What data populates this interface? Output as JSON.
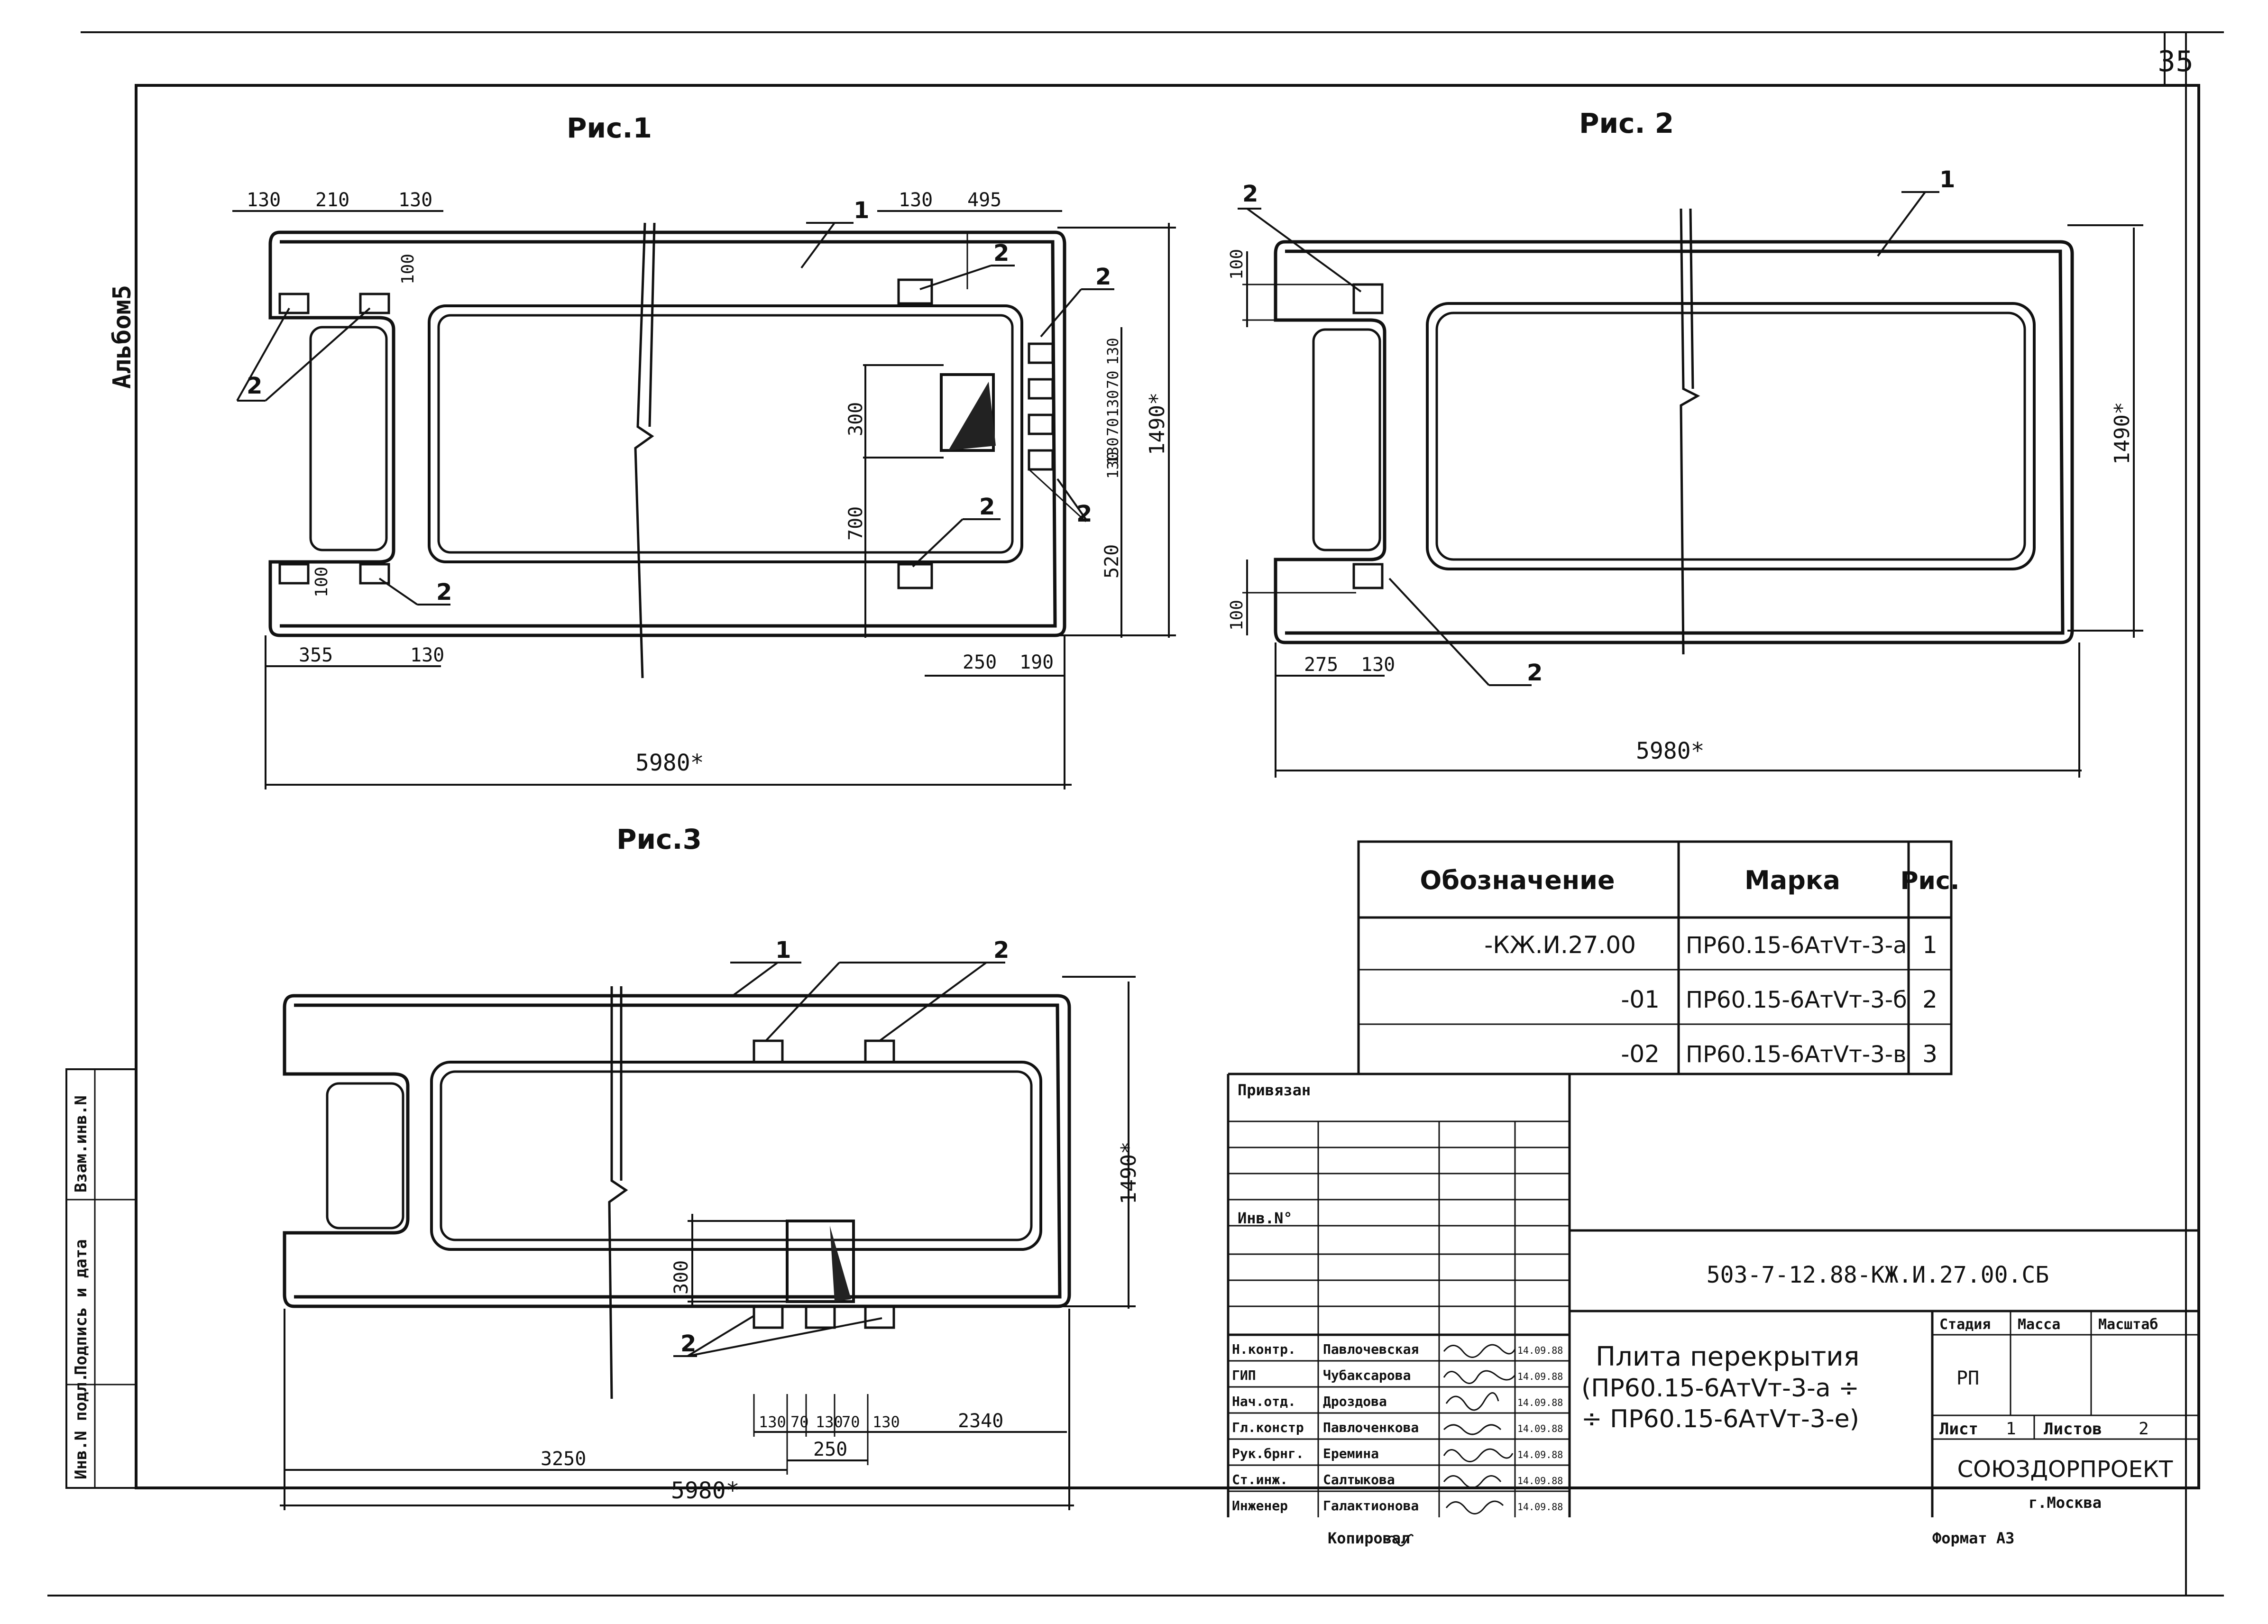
{
  "sheet": {
    "page_number": "35",
    "album": "Альбом5",
    "format": "Формат A3",
    "copied_by": "Копировал"
  },
  "figures": {
    "fig1": {
      "title": "Рис.1",
      "dims": {
        "top_130a": "130",
        "top_210": "210",
        "top_130b": "130",
        "top_130c": "130",
        "top_495": "495",
        "left_100": "100",
        "left_100b": "100",
        "bot_355": "355",
        "bot_130": "130",
        "bot_250": "250",
        "bot_190": "190",
        "overall": "5980*",
        "v_300": "300",
        "v_700": "700",
        "r_130a": "130",
        "r_70a": "70",
        "r_130b": "130",
        "r_70b": "70",
        "r_130c": "130",
        "r_130d": "130",
        "r_520": "520",
        "r_1490": "1490*"
      },
      "callouts": [
        "1",
        "2",
        "2",
        "2",
        "2",
        "2",
        "2"
      ]
    },
    "fig2": {
      "title": "Рис. 2",
      "dims": {
        "left_100a": "100",
        "left_100b": "100",
        "bot_275": "275",
        "bot_130": "130",
        "overall": "5980*",
        "r_1490": "1490*"
      },
      "callouts": [
        "1",
        "2",
        "2"
      ]
    },
    "fig3": {
      "title": "Рис.3",
      "dims": {
        "v_300": "300",
        "r_1490": "1490*",
        "b_130a": "130",
        "b_70a": "70",
        "b_130b": "130",
        "b_70b": "70",
        "b_130c": "130",
        "b_2340": "2340",
        "b_3250": "3250",
        "b_250": "250",
        "overall": "5980*"
      },
      "callouts": [
        "1",
        "2",
        "2"
      ]
    }
  },
  "spec_table": {
    "headers": [
      "Обозначение",
      "Марка",
      "Рис."
    ],
    "rows": [
      [
        "-КЖ.И.27.00",
        "ПР60.15-6АтⅤт-3-а",
        "1"
      ],
      [
        "-01",
        "ПР60.15-6АтⅤт-3-б",
        "2"
      ],
      [
        "-02",
        "ПР60.15-6АтⅤт-3-в",
        "3"
      ]
    ]
  },
  "title_block": {
    "linked": "Привязан",
    "inv_no": "Инв.N°",
    "doc_code": "503-7-12.88-КЖ.И.27.00.СБ",
    "title_line1": "Плита перекрытия",
    "title_line2": "(ПР60.15-6АтⅤт-3-а ÷",
    "title_line3": "÷ ПР60.15-6АтⅤт-3-е)",
    "stage_header": "Стадия",
    "mass_header": "Масса",
    "scale_header": "Масштаб",
    "stage": "РП",
    "sheet_label": "Лист",
    "sheet_no": "1",
    "sheets_label": "Листов",
    "sheets_no": "2",
    "org": "СОЮЗДОРПРОЕКТ",
    "city": "г.Москва",
    "signatures": [
      {
        "role": "Н.контр.",
        "name": "Павлочевская",
        "date": "14.09.88"
      },
      {
        "role": "ГИП",
        "name": "Чубаксарова",
        "date": "14.09.88"
      },
      {
        "role": "Нач.отд.",
        "name": "Дроздова",
        "date": "14.09.88"
      },
      {
        "role": "Гл.констр",
        "name": "Павлоченкова",
        "date": "14.09.88"
      },
      {
        "role": "Рук.брнг.",
        "name": "Еремина",
        "date": "14.09.88"
      },
      {
        "role": "Ст.инж.",
        "name": "Салтыкова",
        "date": "14.09.88"
      },
      {
        "role": "Инженер",
        "name": "Галактионова",
        "date": "14.09.88"
      }
    ]
  },
  "side_stamp": {
    "labels": [
      "Инв.N подл.",
      "Подпись и дата",
      "Взам.инв.N"
    ]
  }
}
